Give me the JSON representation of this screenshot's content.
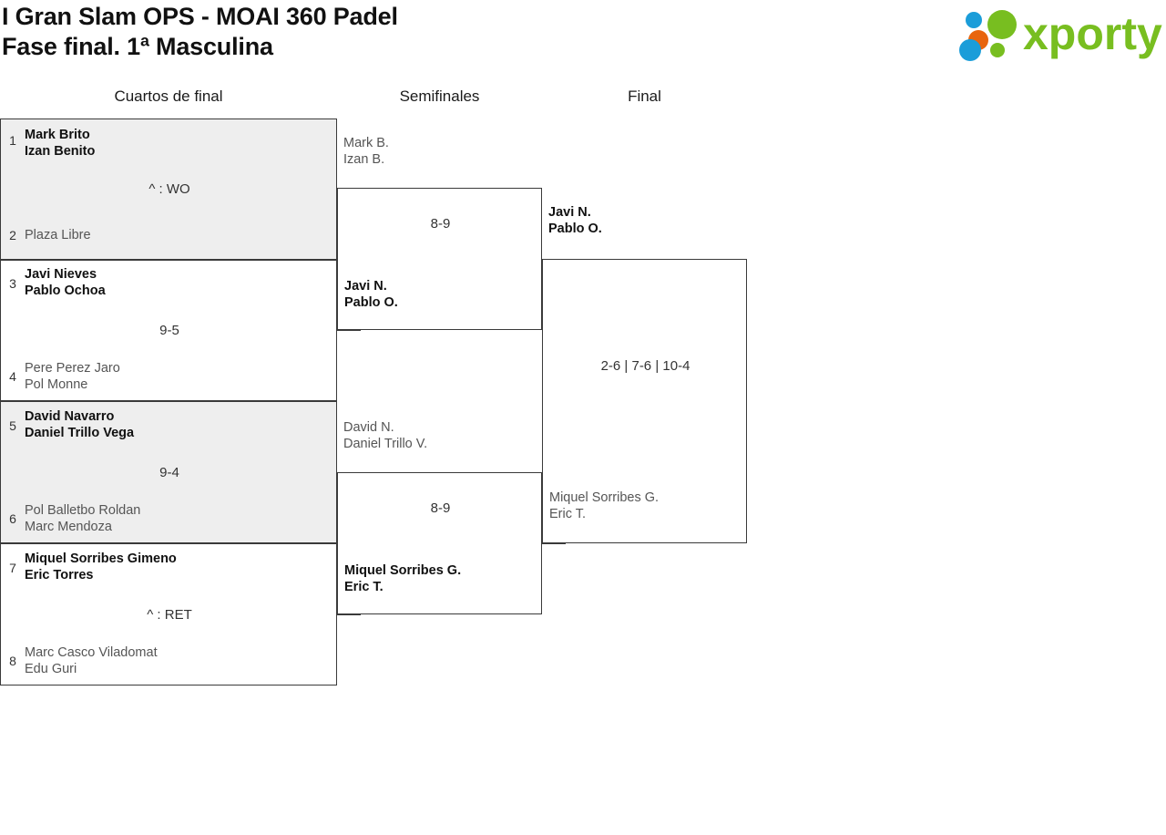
{
  "header": {
    "title_line1": "I Gran Slam OPS - MOAI 360 Padel",
    "title_line2": "Fase final. 1ª Masculina",
    "logo_text": "xporty",
    "logo_colors": {
      "green": "#78be20",
      "orange": "#e8650d",
      "blue": "#1b9dd9"
    }
  },
  "columns": [
    {
      "label": "Cuartos de final"
    },
    {
      "label": "Semifinales"
    },
    {
      "label": "Final"
    }
  ],
  "rounds": {
    "quarterfinals": [
      {
        "shaded": true,
        "score": "^ : WO",
        "top": {
          "seed": "1",
          "winner": true,
          "lines": [
            "Mark Brito",
            "Izan Benito"
          ]
        },
        "bottom": {
          "seed": "2",
          "winner": false,
          "lines": [
            "Plaza Libre"
          ],
          "single": true
        }
      },
      {
        "shaded": false,
        "score": "9-5",
        "top": {
          "seed": "3",
          "winner": true,
          "lines": [
            "Javi Nieves",
            "Pablo Ochoa"
          ]
        },
        "bottom": {
          "seed": "4",
          "winner": false,
          "lines": [
            "Pere Perez Jaro",
            "Pol Monne"
          ]
        }
      },
      {
        "shaded": true,
        "score": "9-4",
        "top": {
          "seed": "5",
          "winner": true,
          "lines": [
            "David Navarro",
            "Daniel Trillo Vega"
          ]
        },
        "bottom": {
          "seed": "6",
          "winner": false,
          "lines": [
            "Pol Balletbo Roldan",
            "Marc Mendoza"
          ]
        }
      },
      {
        "shaded": false,
        "score": "^ : RET",
        "top": {
          "seed": "7",
          "winner": true,
          "lines": [
            "Miquel Sorribes Gimeno",
            "Eric Torres"
          ]
        },
        "bottom": {
          "seed": "8",
          "winner": false,
          "lines": [
            "Marc Casco Viladomat",
            "Edu Guri"
          ]
        }
      }
    ],
    "semifinals": [
      {
        "score": "8-9",
        "top": {
          "winner": false,
          "lines": [
            "Mark B.",
            "Izan B."
          ]
        },
        "bottom": {
          "winner": true,
          "lines": [
            "Javi N.",
            "Pablo O."
          ]
        }
      },
      {
        "score": "8-9",
        "top": {
          "winner": false,
          "lines": [
            "David N.",
            "Daniel Trillo V."
          ]
        },
        "bottom": {
          "winner": true,
          "lines": [
            "Miquel Sorribes G.",
            "Eric T."
          ]
        }
      }
    ],
    "final": [
      {
        "score": "2-6 | 7-6 | 10-4",
        "top": {
          "winner": true,
          "lines": [
            "Javi N.",
            "Pablo O."
          ]
        },
        "bottom": {
          "winner": false,
          "lines": [
            "Miquel Sorribes G.",
            "Eric T."
          ]
        }
      }
    ]
  }
}
